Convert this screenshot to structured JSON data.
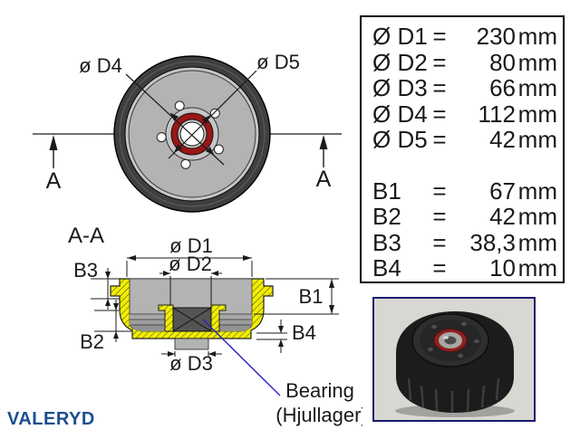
{
  "front_view": {
    "d4_label": "ø D4",
    "d5_label": "ø D5",
    "section_a_left": "A",
    "section_a_right": "A"
  },
  "section_view": {
    "title": "A-A",
    "d1_label": "ø D1",
    "d2_label": "ø D2",
    "d3_label": "ø D3",
    "b1_label": "B1",
    "b2_label": "B2",
    "b3_label": "B3",
    "b4_label": "B4",
    "bearing_label_en": "Bearing",
    "bearing_label_sv": "(Hjullager)"
  },
  "dimensions_table": {
    "rows": [
      {
        "label": "Ø D1",
        "eq": "=",
        "value": "230",
        "unit": "mm"
      },
      {
        "label": "Ø D2",
        "eq": "=",
        "value": "80",
        "unit": "mm"
      },
      {
        "label": "Ø D3",
        "eq": "=",
        "value": "66",
        "unit": "mm"
      },
      {
        "label": "Ø D4",
        "eq": "=",
        "value": "112",
        "unit": "mm"
      },
      {
        "label": "Ø D5",
        "eq": "=",
        "value": "42",
        "unit": "mm"
      },
      {
        "label": "B1",
        "eq": "=",
        "value": "67",
        "unit": "mm"
      },
      {
        "label": "B2",
        "eq": "=",
        "value": "42",
        "unit": "mm"
      },
      {
        "label": "B3",
        "eq": "=",
        "value": "38,3",
        "unit": "mm"
      },
      {
        "label": "B4",
        "eq": "=",
        "value": "10",
        "unit": "mm"
      }
    ]
  },
  "footer": {
    "logo": "VALERYD"
  },
  "colors": {
    "annotation_blue": "#2424cc",
    "section_yellow": "#f2ee00",
    "bearing_seal_red": "#9b1616",
    "logo_blue": "#1d4e8f",
    "photo_frame_navy": "#1a1a70",
    "drum_dark_gray": "#3f3f3f",
    "drum_face_gray": "#b3b3b3"
  }
}
